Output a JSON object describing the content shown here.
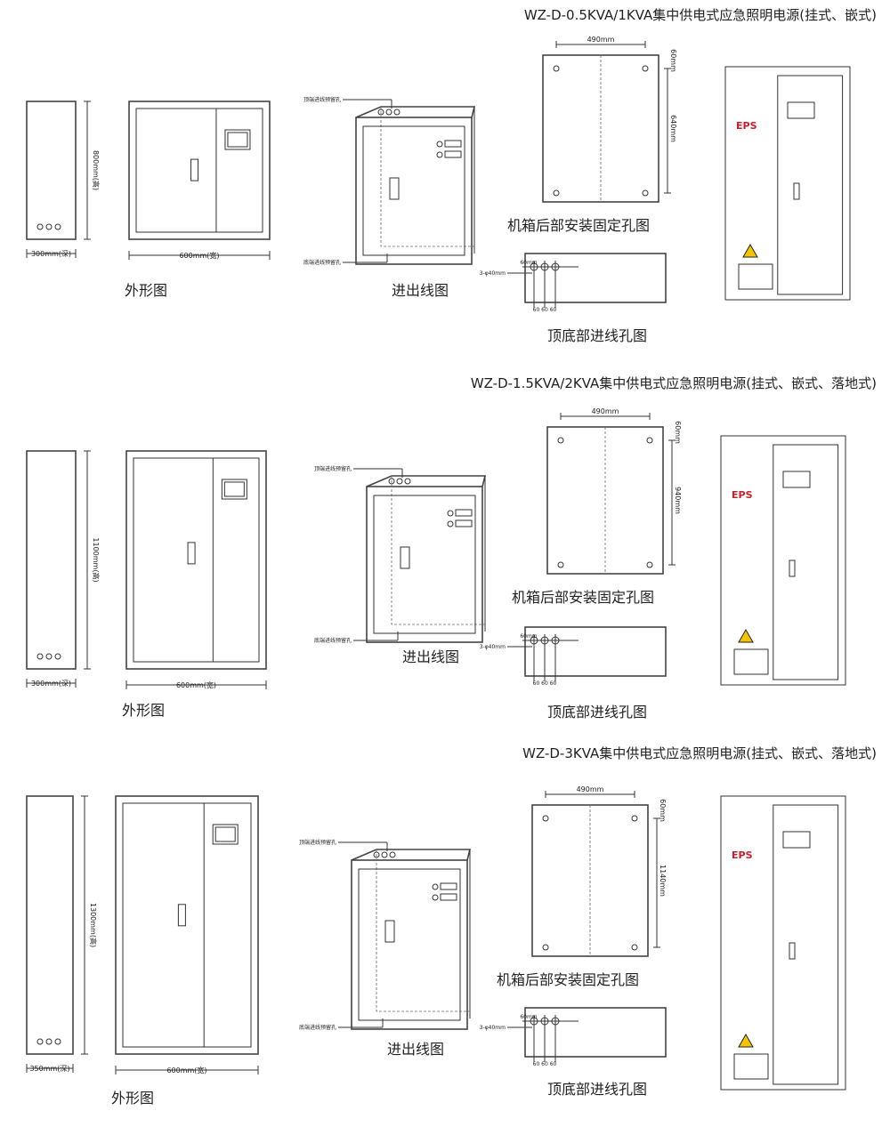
{
  "sections": [
    {
      "title": "WZ-D-0.5KVA/1KVA集中供电式应急照明电源(挂式、嵌式)",
      "front_caption": "外形图",
      "wiring_caption": "进出线图",
      "back_caption": "机箱后部安装固定孔图",
      "top_caption": "顶底部进线孔图",
      "height_label": "800mm(高)",
      "width_label": "600mm(宽)",
      "depth_label": "300mm(深)",
      "hole_spacing_label": "490mm",
      "hole_top_offset": "60mm",
      "hole_vertical_label": "640mm",
      "cable_hole_size": "60mm",
      "cable_hole_count": "3-φ40mm",
      "cable_hole_spacing": "60 60 60",
      "top_hole_note": "顶端进线预留孔",
      "bottom_hole_note": "底端进线预留孔"
    },
    {
      "title": "WZ-D-1.5KVA/2KVA集中供电式应急照明电源(挂式、嵌式、落地式)",
      "front_caption": "外形图",
      "wiring_caption": "进出线图",
      "back_caption": "机箱后部安装固定孔图",
      "top_caption": "顶底部进线孔图",
      "height_label": "1100mm(高)",
      "width_label": "600mm(宽)",
      "depth_label": "300mm(深)",
      "hole_spacing_label": "490mm",
      "hole_top_offset": "60mm",
      "hole_vertical_label": "940mm",
      "cable_hole_size": "60mm",
      "cable_hole_count": "3-φ40mm",
      "cable_hole_spacing": "60 60 60",
      "top_hole_note": "顶端进线预留孔",
      "bottom_hole_note": "底端进线预留孔"
    },
    {
      "title": "WZ-D-3KVA集中供电式应急照明电源(挂式、嵌式、落地式)",
      "front_caption": "外形图",
      "wiring_caption": "进出线图",
      "back_caption": "机箱后部安装固定孔图",
      "top_caption": "顶底部进线孔图",
      "height_label": "1300mm(高)",
      "width_label": "600mm(宽)",
      "depth_label": "350mm(深)",
      "hole_spacing_label": "490mm",
      "hole_top_offset": "60mm",
      "hole_vertical_label": "1140mm",
      "cable_hole_size": "60mm",
      "cable_hole_count": "3-φ40mm",
      "cable_hole_spacing": "60 60 60",
      "top_hole_note": "顶端进线预留孔",
      "bottom_hole_note": "底端进线预留孔"
    }
  ],
  "product_label": "EPS",
  "colors": {
    "cabinet_red": "#c8202a",
    "cabinet_grey": "#d9dadc",
    "line": "#333333"
  }
}
